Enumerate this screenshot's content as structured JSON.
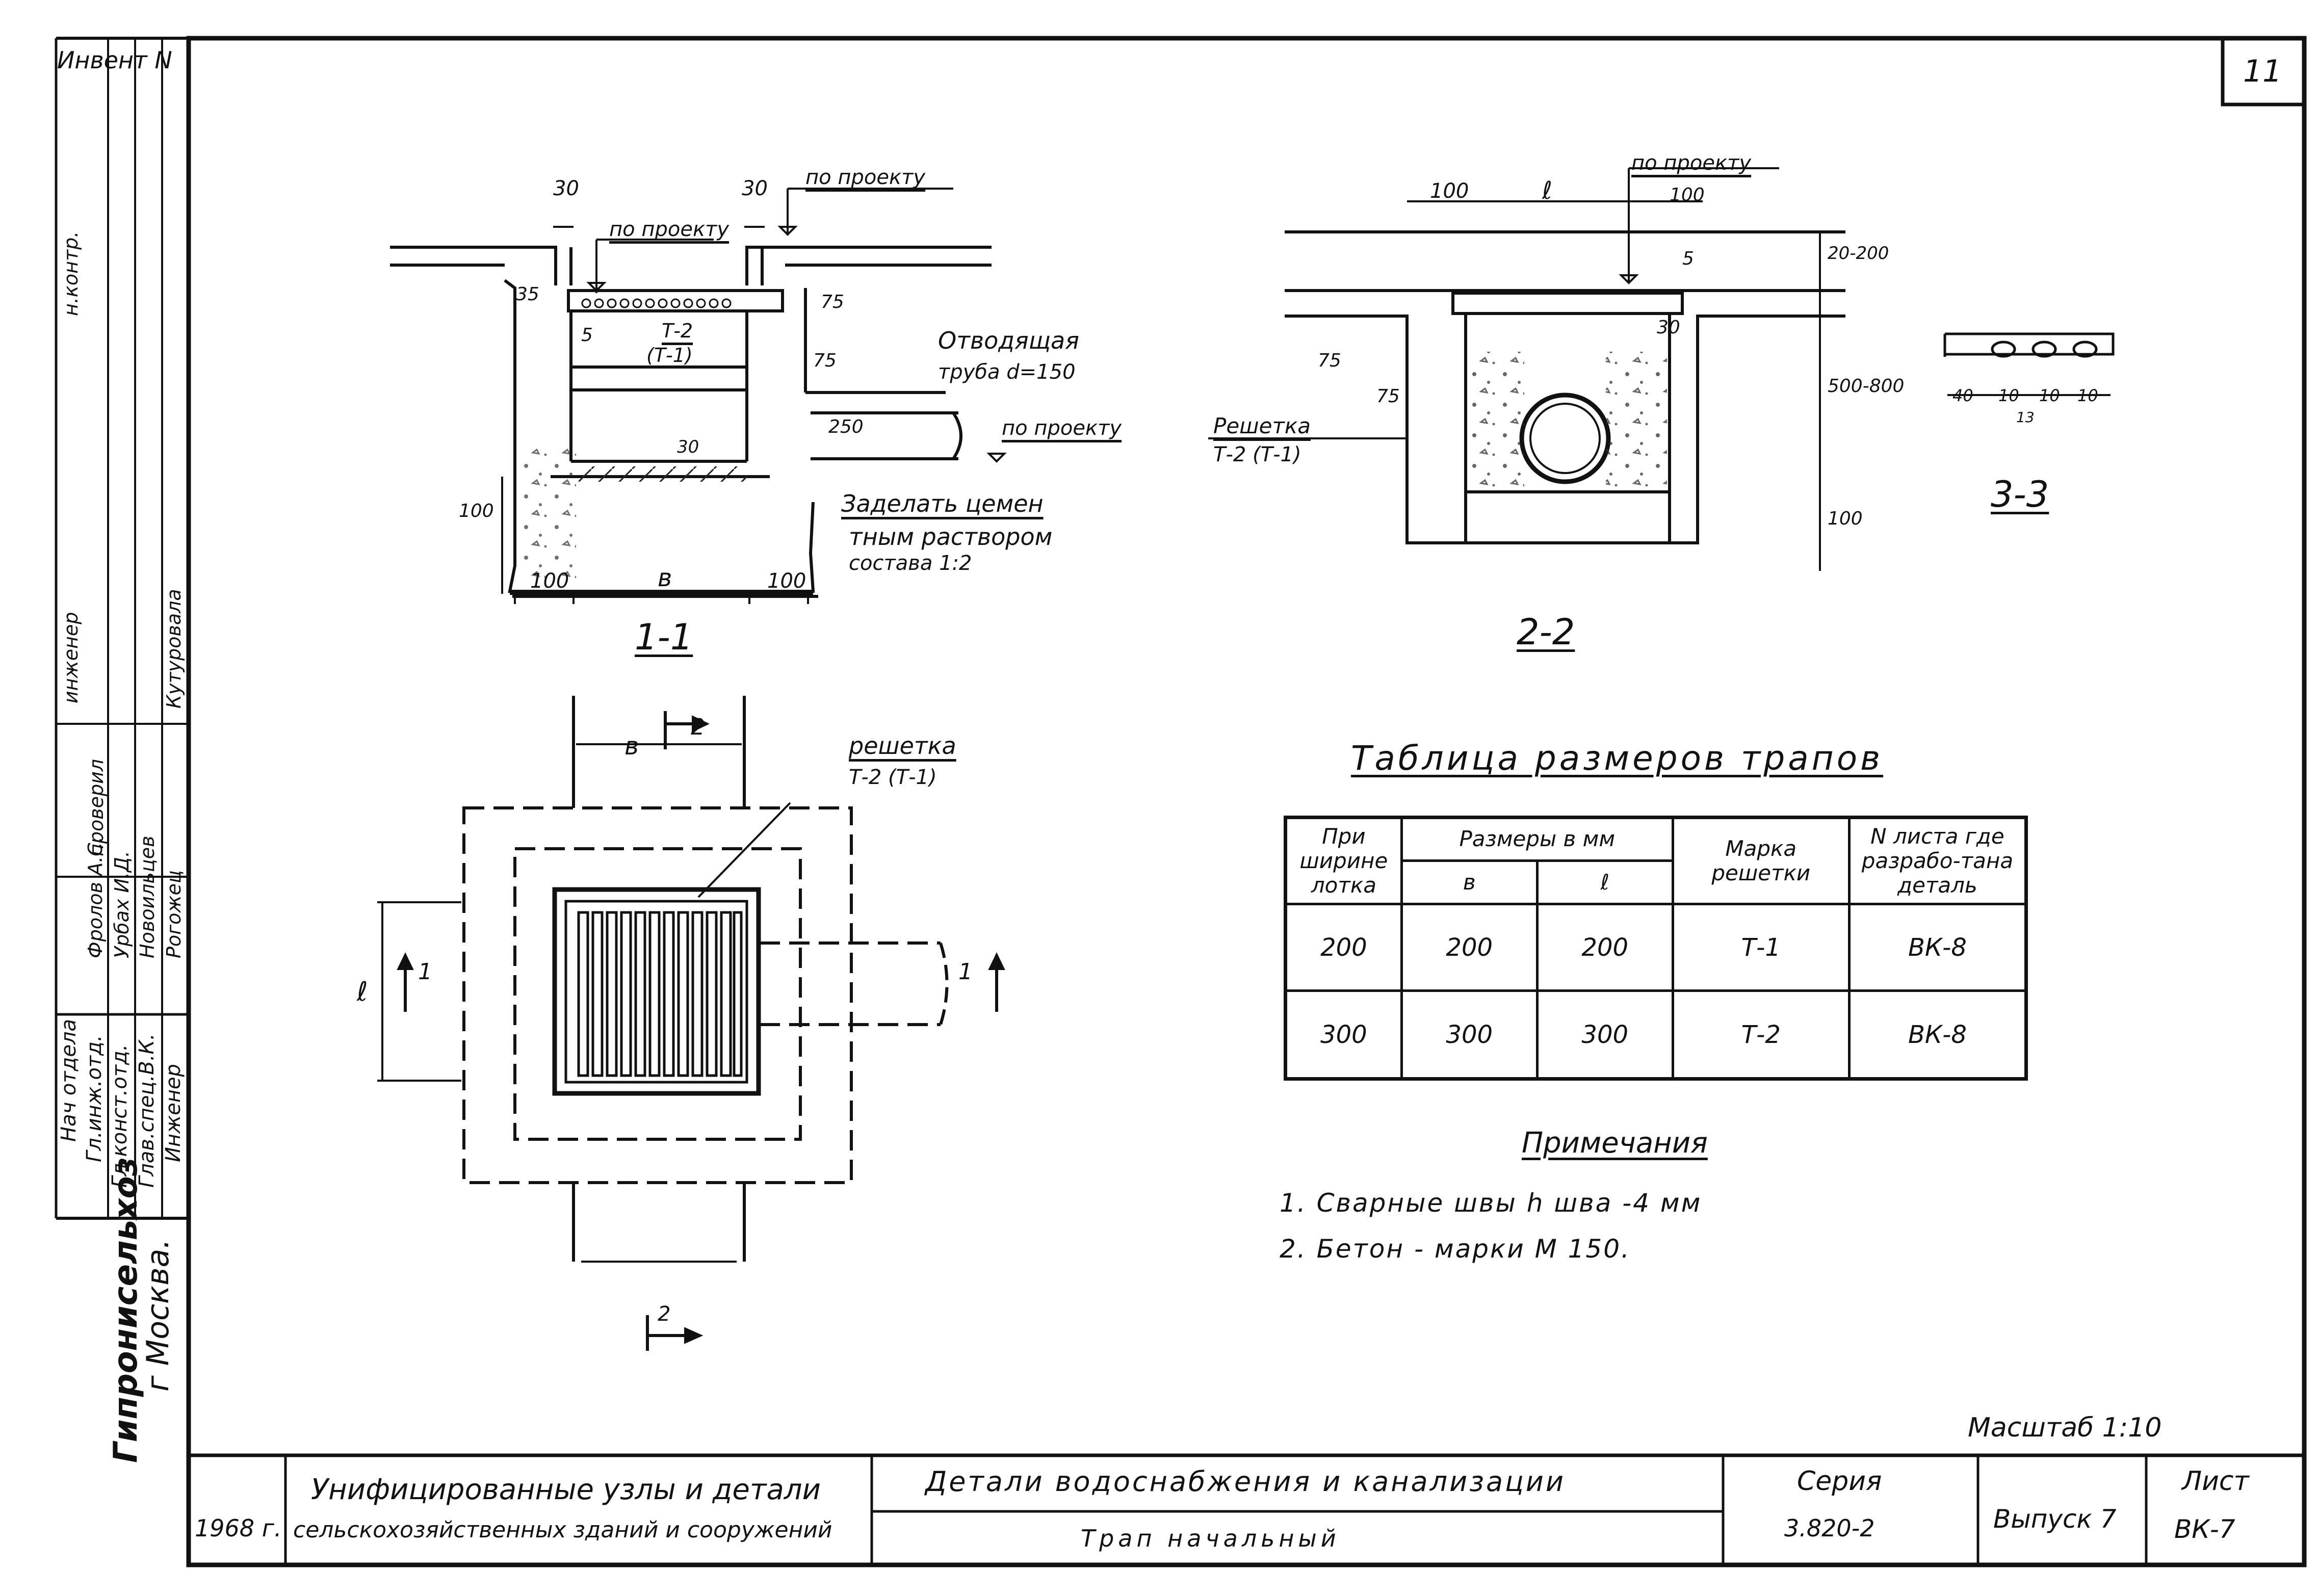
{
  "sheet_number": "11",
  "scale": "Масштаб 1:10",
  "section_1_1": {
    "title": "1-1",
    "labels": {
      "dim_30_left": "30",
      "dim_30_right": "30",
      "po_proektu_top": "по проекту",
      "po_proektu_grate": "по проекту",
      "po_proektu_pipe": "по проекту",
      "dim_35": "35",
      "dim_5": "5",
      "grate_mark": "Т-2",
      "grate_mark_alt": "(Т-1)",
      "dim_75_top": "75",
      "dim_75_side": "75",
      "pipe_label_1": "Отводящая",
      "pipe_label_2": "труба d=150",
      "dim_250": "250",
      "dim_30_bottom": "30",
      "dim_100_vertical": "100",
      "seal_1": "Заделать цемен",
      "seal_2": "тным раствором",
      "seal_3": "состава 1:2",
      "dim_100_left": "100",
      "dim_b": "в",
      "dim_100_right": "100"
    }
  },
  "section_2_2": {
    "title": "2-2",
    "labels": {
      "dim_100": "100",
      "dim_l": "ℓ",
      "po_proektu": "по проекту",
      "dim_100_top": "100",
      "dim_5": "5",
      "dim_20_200": "20-200",
      "dim_30": "30",
      "dim_75_a": "75",
      "dim_75_b": "75",
      "grate_1": "Решетка",
      "grate_2": "Т-2 (Т-1)",
      "dim_500_800": "500-800",
      "dim_100_bottom": "100"
    }
  },
  "section_3_3": {
    "title": "3-3",
    "labels": {
      "dim_40": "40",
      "dim_10_a": "10",
      "dim_10_b": "10",
      "dim_10_c": "10",
      "dim_13": "13"
    }
  },
  "plan": {
    "grate_1": "решетка",
    "grate_2": "Т-2 (Т-1)",
    "dim_b": "в",
    "dim_l": "ℓ",
    "cut_2_top": "2",
    "cut_2_bottom": "2",
    "cut_1_left": "1",
    "cut_1_right": "1"
  },
  "table": {
    "title": "Таблица размеров трапов",
    "headers": {
      "width": "При ширине лотка",
      "sizes": "Размеры в мм",
      "b": "в",
      "l": "ℓ",
      "mark": "Марка решетки",
      "sheet": "N листа где разрабо-тана деталь"
    },
    "rows": [
      [
        "200",
        "200",
        "200",
        "Т-1",
        "ВК-8"
      ],
      [
        "300",
        "300",
        "300",
        "Т-2",
        "ВК-8"
      ]
    ]
  },
  "notes": {
    "title": "Примечания",
    "items": [
      "1. Сварные швы h шва -4 мм",
      "2. Бетон - марки М 150."
    ]
  },
  "title_block": {
    "year": "1968 г.",
    "series_title_1": "Унифицированные узлы и детали",
    "series_title_2": "сельскохозяйственных зданий и сооружений",
    "detail_1": "Детали водоснабжения и канализации",
    "detail_2": "Трап начальный",
    "series_label": "Серия",
    "series_value": "3.820-2",
    "issue": "Выпуск 7",
    "sheet_label": "Лист",
    "sheet_value": "ВК-7"
  },
  "stamp": {
    "inventory": "Инвент N",
    "org": "Гипронисельхоз",
    "city": "г Москва.",
    "roles": [
      "Нач отдела",
      "Гл.инж.отд.",
      "Гл.конст.отд.",
      "Глав.спец.В.К.",
      "Инженер"
    ],
    "names": [
      "Фролов А.С.",
      "Урбах И.Д.",
      "Новоильцев",
      "Рогожец",
      "Кутуровала"
    ],
    "col_labels": [
      "инженер",
      "проверил",
      "н.контр."
    ]
  }
}
